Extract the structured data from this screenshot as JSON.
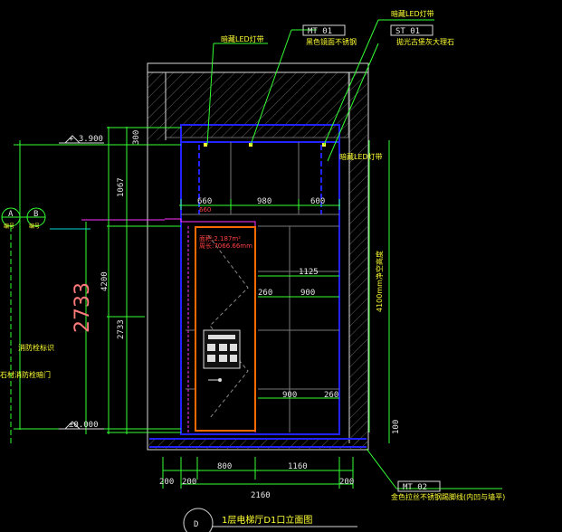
{
  "callouts": {
    "led_strip_left": "暗藏LED灯带",
    "mt01_code": "MT 01",
    "mt01_desc": "黑色镜面不锈钢",
    "led_strip_top": "暗藏LED灯带",
    "st01_code": "ST 01",
    "st01_desc": "拋光古堡灰大理石",
    "led_strip_right": "暗藏LED灯带",
    "mt02_code": "MT 02",
    "mt02_desc": "金色拉丝不锈钢踢脚线(内凹与墙平)"
  },
  "grid_bubbles": {
    "a": "A",
    "b": "B",
    "a_sub": "编号",
    "b_sub": "编号"
  },
  "elevations": {
    "top": "+ 3.900",
    "bottom": "±0.000"
  },
  "left_labels": {
    "fire_sign": "消防栓标识",
    "fire_door": "石材消防栓暗门"
  },
  "red_note": {
    "line1": "面积:2.187m²",
    "line2": "周长:7066.66mm"
  },
  "big_dim": "2733",
  "dimensions": {
    "v_300": "300",
    "v_1067": "1067",
    "v_4200": "4200",
    "v_2733": "2733",
    "h_660": "660",
    "h_660_sub": "660",
    "h_980": "980",
    "h_600": "600",
    "h_1125": "1125",
    "h_260a": "260",
    "h_900a": "900",
    "h_900b": "900",
    "h_260b": "260",
    "right_height": "4100mm净空高度",
    "right_100": "100",
    "b_200a": "200",
    "b_200b": "200",
    "b_800": "800",
    "b_1160": "1160",
    "b_200c": "200",
    "b_2160": "2160"
  },
  "title": {
    "badge": "D",
    "text": "1层电梯厅D1口立面图"
  },
  "colors": {
    "background": "#000000",
    "line_green": "#33ff33",
    "line_blue": "#2222ff",
    "line_orange": "#ff6a00",
    "line_magenta": "#ff33ff",
    "text_yellow": "#ffff33"
  }
}
